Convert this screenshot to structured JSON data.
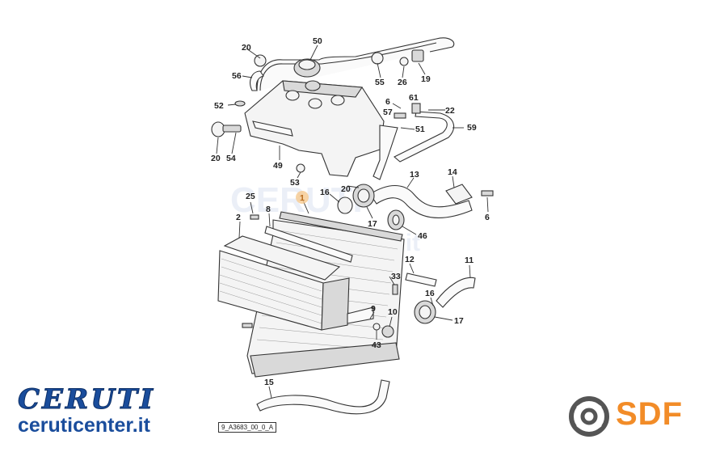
{
  "callouts": [
    {
      "id": "c20a",
      "label": "20"
    },
    {
      "id": "c50",
      "label": "50"
    },
    {
      "id": "c56",
      "label": "56"
    },
    {
      "id": "c55",
      "label": "55"
    },
    {
      "id": "c26",
      "label": "26"
    },
    {
      "id": "c19",
      "label": "19"
    },
    {
      "id": "c6a",
      "label": "6"
    },
    {
      "id": "c61",
      "label": "61"
    },
    {
      "id": "c52",
      "label": "52"
    },
    {
      "id": "c57",
      "label": "57"
    },
    {
      "id": "c22",
      "label": "22"
    },
    {
      "id": "c51",
      "label": "51"
    },
    {
      "id": "c59",
      "label": "59"
    },
    {
      "id": "c20b",
      "label": "20"
    },
    {
      "id": "c54",
      "label": "54"
    },
    {
      "id": "c49",
      "label": "49"
    },
    {
      "id": "c53",
      "label": "53"
    },
    {
      "id": "c20c",
      "label": "20"
    },
    {
      "id": "c13",
      "label": "13"
    },
    {
      "id": "c14",
      "label": "14"
    },
    {
      "id": "c25",
      "label": "25"
    },
    {
      "id": "c1",
      "label": "1"
    },
    {
      "id": "c16a",
      "label": "16"
    },
    {
      "id": "c6b",
      "label": "6"
    },
    {
      "id": "c2",
      "label": "2"
    },
    {
      "id": "c8",
      "label": "8"
    },
    {
      "id": "c17a",
      "label": "17"
    },
    {
      "id": "c46",
      "label": "46"
    },
    {
      "id": "c12",
      "label": "12"
    },
    {
      "id": "c11",
      "label": "11"
    },
    {
      "id": "c33",
      "label": "33"
    },
    {
      "id": "c16b",
      "label": "16"
    },
    {
      "id": "c9",
      "label": "9"
    },
    {
      "id": "c10",
      "label": "10"
    },
    {
      "id": "c17b",
      "label": "17"
    },
    {
      "id": "c43",
      "label": "43"
    },
    {
      "id": "c15",
      "label": "15"
    }
  ],
  "reference_code": "9_A3683_00_0_A",
  "brand_left": {
    "title": "CERUTI",
    "url": "ceruticenter.it"
  },
  "brand_right": {
    "text": "SDF"
  },
  "colors": {
    "ceruti_blue": "#1a4d9c",
    "sdf_orange": "#f28c28",
    "highlight": "#b86a1a"
  }
}
